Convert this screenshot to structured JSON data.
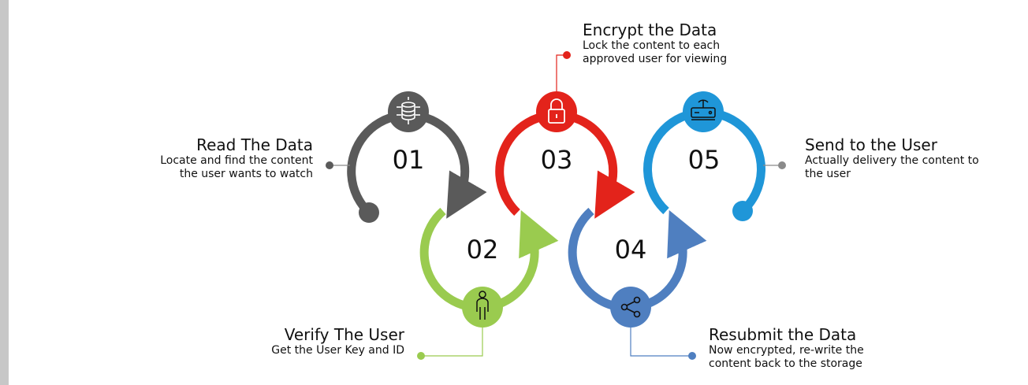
{
  "steps": [
    {
      "number": "01",
      "title": "Read The Data",
      "desc": "Locate and find the content\nthe user wants to watch",
      "color": "#5a5a5a",
      "icon": "database-network-icon"
    },
    {
      "number": "02",
      "title": "Verify The User",
      "desc": "Get the User Key and ID",
      "color": "#9acb4f",
      "icon": "person-icon"
    },
    {
      "number": "03",
      "title": "Encrypt the Data",
      "desc": "Lock the content to each\napproved user for viewing",
      "color": "#e3231b",
      "icon": "lock-icon"
    },
    {
      "number": "04",
      "title": "Resubmit the Data",
      "desc": "Now encrypted, re-write the\ncontent back to the storage",
      "color": "#4f7fc0",
      "icon": "share-icon"
    },
    {
      "number": "05",
      "title": "Send to the User",
      "desc": "Actually delivery the content to\nthe user",
      "color": "#1f96d8",
      "icon": "router-icon"
    }
  ]
}
